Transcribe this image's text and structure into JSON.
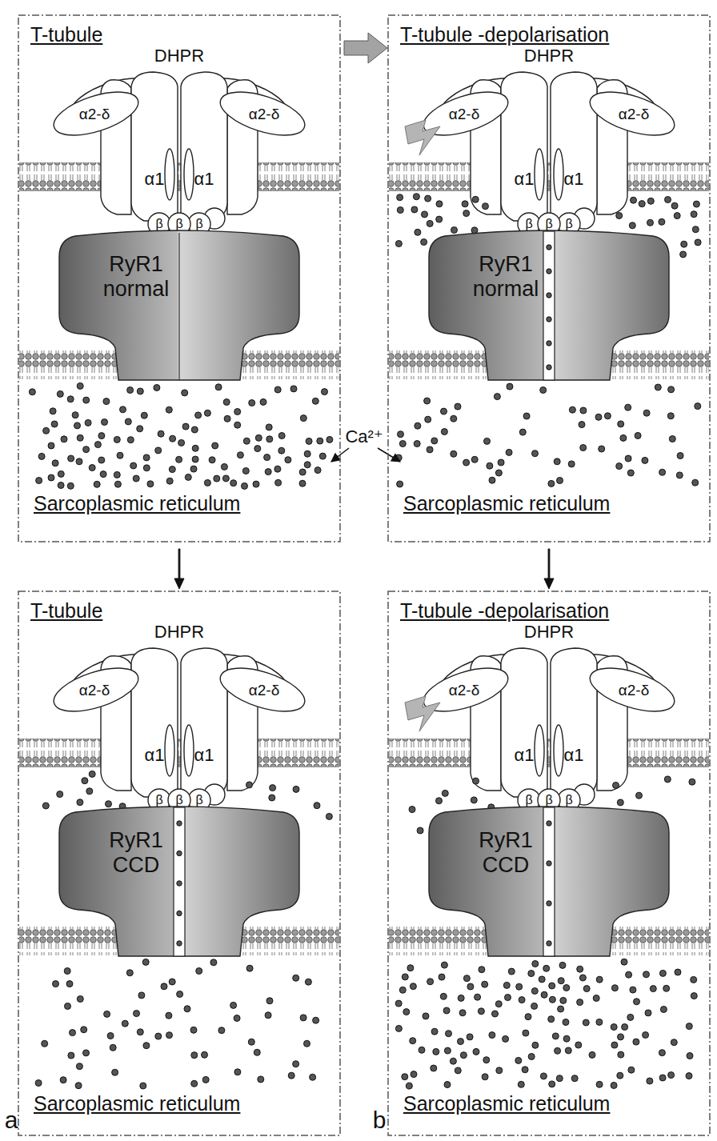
{
  "diagram": {
    "nodes": [
      {
        "text": [
          "T-tubule",
          "Sarcoplasmic reticulum"
        ]
      },
      {
        "text": [
          "RyR1 normal"
        ],
        "in": 0
      },
      {
        "text": [
          "T-tubule -depolarisation",
          "Sarcoplasmic reticulum"
        ]
      },
      {
        "text": [
          "RyR1 normal"
        ],
        "in": 2
      },
      {
        "text": [
          "T-tubule",
          "Sarcoplasmic reticulum"
        ]
      },
      {
        "text": [
          "RyR1 CCD"
        ],
        "in": 4
      },
      {
        "text": [
          "T-tubule -depolarisation",
          "Sarcoplasmic reticulum"
        ]
      },
      {
        "text": [
          "RyR1 CCD"
        ],
        "in": 6
      }
    ],
    "edges": [
      {
        "from": 0,
        "to": 2,
        "arrow": "to"
      },
      {
        "from": 0,
        "to": 4,
        "arrow": "to"
      },
      {
        "from": 2,
        "to": 6,
        "arrow": "to"
      }
    ],
    "labels": [
      "DHPR",
      "α2-δ",
      "α2-δ",
      "α1",
      "α1",
      "β",
      "β",
      "β",
      "DHPR",
      "α2-δ",
      "α2-δ",
      "α1",
      "α1",
      "β",
      "β",
      "β",
      "Ca²⁺",
      "DHPR",
      "α2-δ",
      "α2-δ",
      "α1",
      "α1",
      "β",
      "β",
      "β",
      "DHPR",
      "α2-δ",
      "α2-δ",
      "α1",
      "α1",
      "β",
      "β",
      "β",
      "a",
      "b"
    ]
  }
}
